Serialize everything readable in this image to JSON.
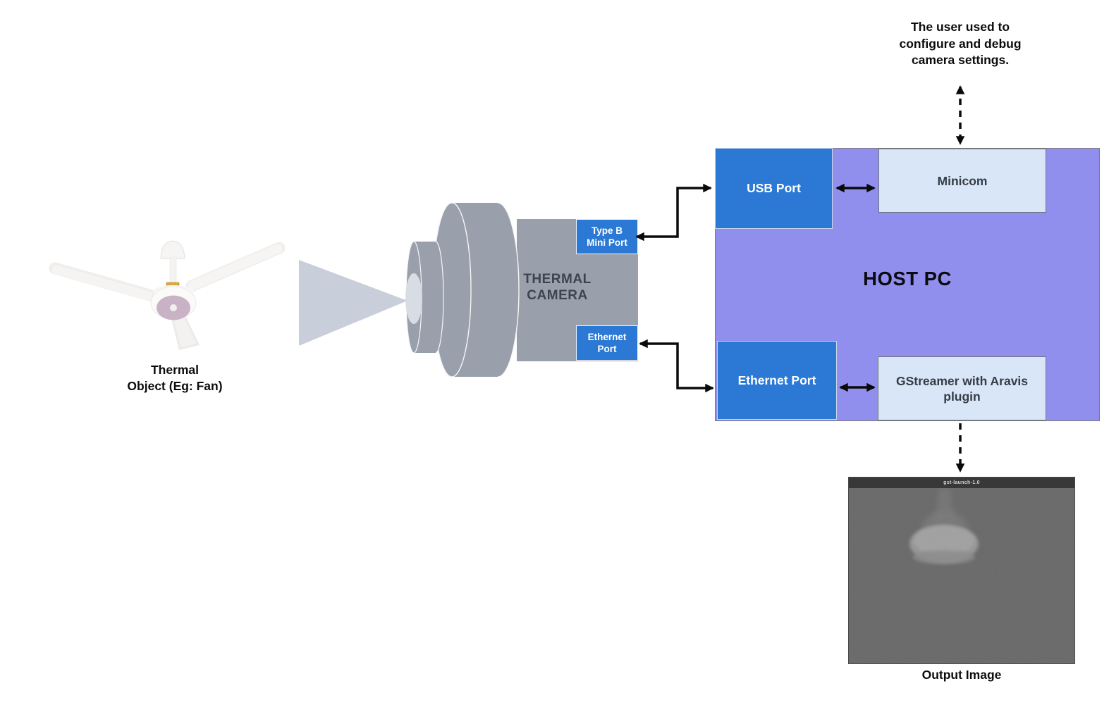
{
  "annotation": {
    "lines": [
      "The user used to",
      "configure and debug",
      "camera settings."
    ]
  },
  "thermal_object": {
    "caption_lines": [
      "Thermal",
      "Object (Eg: Fan)"
    ]
  },
  "camera": {
    "label_lines": [
      "THERMAL",
      "CAMERA"
    ],
    "type_b_port_lines": [
      "Type B",
      "Mini Port"
    ],
    "ethernet_port_lines": [
      "Ethernet",
      "Port"
    ]
  },
  "host_pc": {
    "title": "HOST PC",
    "usb_port_label": "USB Port",
    "ethernet_port_label": "Ethernet Port",
    "minicom_label": "Minicom",
    "gstreamer_lines": [
      "GStreamer with Aravis",
      "plugin"
    ]
  },
  "output_window": {
    "title": "gst-launch-1.0",
    "caption": "Output Image"
  },
  "colors": {
    "port_blue": "#2b79d4",
    "host_purple": "#918fee",
    "app_light_blue": "#d8e6f8",
    "camera_gray": "#99a0ab",
    "view_cone_gray": "#c9cfda",
    "arrow_black": "#0a0a0a",
    "output_bg_gray": "#686868",
    "titlebar_gray": "#383838"
  }
}
